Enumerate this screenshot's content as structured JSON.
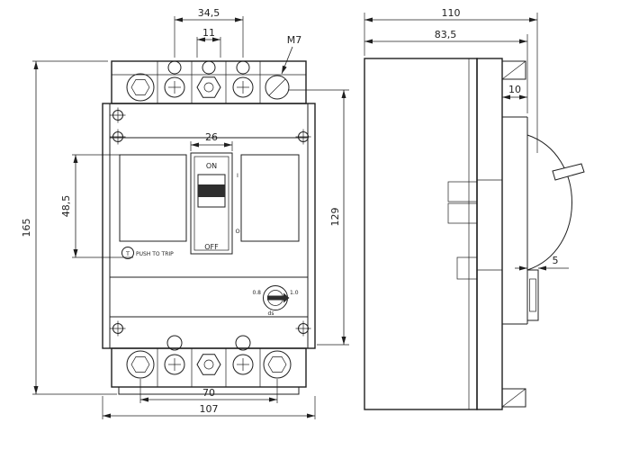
{
  "colors": {
    "ink": "#1f1f1f",
    "background": "#ffffff",
    "toggle_band": "#2e2e2e"
  },
  "front_view": {
    "dimensions": {
      "terminal_pitch": "34,5",
      "terminal_slot": "11",
      "thread_label": "M7",
      "switch_width": "26",
      "overall_height": "165",
      "label_area_height": "48,5",
      "mount_height": "129",
      "bolt_spacing": "70",
      "overall_width": "107"
    },
    "switch": {
      "on": "ON",
      "off": "OFF",
      "on_symbol": "I",
      "off_symbol": "O"
    },
    "trip": {
      "button_letter": "T",
      "label": "PUSH TO TRIP"
    },
    "dial": {
      "min": "0.8",
      "max": "1.0",
      "sub_label": "ds"
    }
  },
  "side_view": {
    "dimensions": {
      "overall_depth": "110",
      "body_depth": "83,5",
      "cover_step": "10",
      "foot_step": "5"
    }
  }
}
